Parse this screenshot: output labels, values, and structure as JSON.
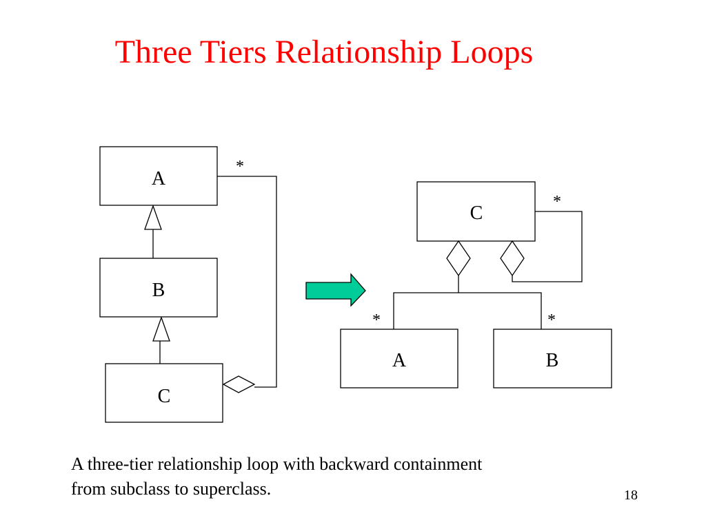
{
  "slide": {
    "title": "Three Tiers Relationship Loops",
    "title_color": "#ff0000",
    "page_number": "18",
    "caption": {
      "line1": "A three-tier relationship loop with backward containment",
      "line2": "from subclass to superclass."
    }
  },
  "left_diagram": {
    "classes": {
      "a": "A",
      "b": "B",
      "c": "C"
    },
    "multiplicity_a": "*"
  },
  "right_diagram": {
    "classes": {
      "c": "C",
      "a": "A",
      "b": "B"
    },
    "multiplicity_self": "*",
    "multiplicity_a": "*",
    "multiplicity_b": "*"
  },
  "transform_arrow": {
    "icon": "right-arrow-icon",
    "fill_color": "#00cc99"
  }
}
